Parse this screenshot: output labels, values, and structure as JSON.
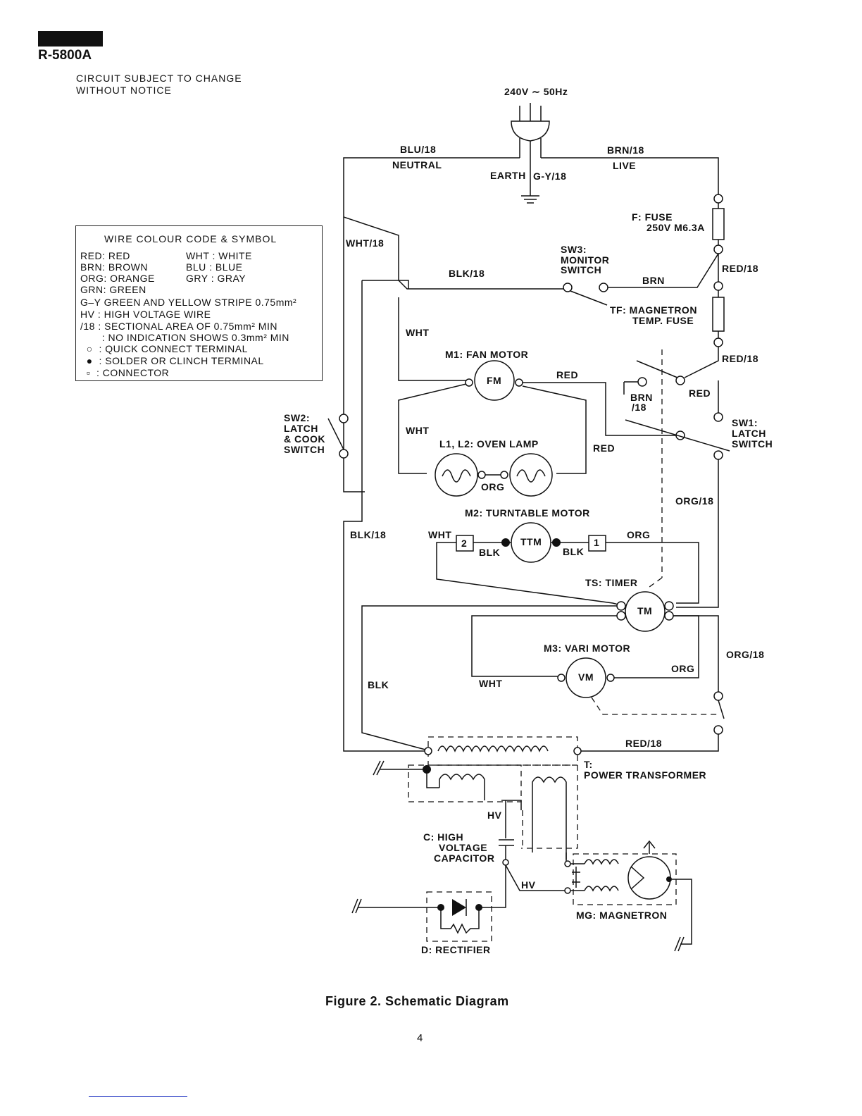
{
  "header": {
    "model": "R-5800A"
  },
  "notice": {
    "line1": "CIRCUIT SUBJECT TO CHANGE",
    "line2": "WITHOUT NOTICE"
  },
  "legend": {
    "title": "WIRE COLOUR CODE & SYMBOL",
    "colors": [
      {
        "left": "RED: RED",
        "right": "WHT  :  WHITE"
      },
      {
        "left": "BRN: BROWN",
        "right": "BLU  :  BLUE"
      },
      {
        "left": "ORG: ORANGE",
        "right": "GRY  :  GRAY"
      },
      {
        "left": "GRN: GREEN",
        "right": ""
      }
    ],
    "notes": [
      "G–Y  GREEN AND YELLOW STRIPE 0.75mm²",
      "HV   : HIGH VOLTAGE WIRE",
      "/18  : SECTIONAL AREA OF 0.75mm² MIN",
      "       : NO INDICATION SHOWS 0.3mm² MIN",
      "  ○  : QUICK CONNECT TERMINAL",
      "  ●  : SOLDER OR CLINCH TERMINAL",
      "  ▫  : CONNECTOR"
    ]
  },
  "labels": {
    "supply": "240V ∼ 50Hz",
    "blu18": "BLU/18",
    "neutral": "NEUTRAL",
    "brn18": "BRN/18",
    "live": "LIVE",
    "earth": "EARTH",
    "gy18": "G-Y/18",
    "fuse1": "F: FUSE",
    "fuse2": "250V M6.3A",
    "wht18": "WHT/18",
    "sw3_1": "SW3:",
    "sw3_2": "MONITOR",
    "sw3_3": "SWITCH",
    "blk18_top": "BLK/18",
    "brn": "BRN",
    "red18_a": "RED/18",
    "tf1": "TF: MAGNETRON",
    "tf2": "TEMP. FUSE",
    "wht_a": "WHT",
    "m1": "M1: FAN MOTOR",
    "fm": "FM",
    "red_a": "RED",
    "red18_b": "RED/18",
    "brn_b1": "BRN",
    "brn_b2": "/18",
    "red_b": "RED",
    "sw2_1": "SW2:",
    "sw2_2": "LATCH",
    "sw2_3": "& COOK",
    "sw2_4": "SWITCH",
    "wht_b": "WHT",
    "lamp": "L1, L2: OVEN LAMP",
    "red_c": "RED",
    "sw1_1": "SW1:",
    "sw1_2": "LATCH",
    "sw1_3": "SWITCH",
    "org_a": "ORG",
    "org18_a": "ORG/18",
    "m2": "M2: TURNTABLE MOTOR",
    "blk18_b": "BLK/18",
    "wht_c": "WHT",
    "conn2": "2",
    "blk_a": "BLK",
    "ttm": "TTM",
    "blk_b": "BLK",
    "conn1": "1",
    "org_b": "ORG",
    "ts": "TS: TIMER",
    "tm": "TM",
    "m3": "M3: VARI MOTOR",
    "org18_b": "ORG/18",
    "org_c": "ORG",
    "blk_c": "BLK",
    "wht_d": "WHT",
    "vm": "VM",
    "red18_c": "RED/18",
    "t1": "T:",
    "t2": "POWER TRANSFORMER",
    "hv_a": "HV",
    "c1": "C: HIGH",
    "c2": "VOLTAGE",
    "c3": "CAPACITOR",
    "hv_b": "HV",
    "mg": "MG: MAGNETRON",
    "d": "D: RECTIFIER"
  },
  "caption": "Figure 2. Schematic Diagram",
  "page_number": "4"
}
